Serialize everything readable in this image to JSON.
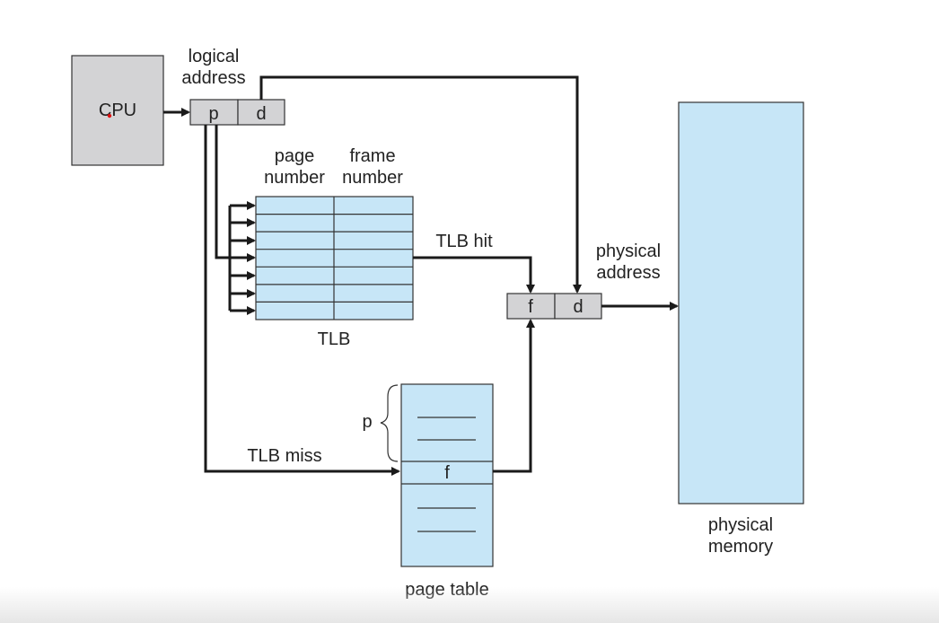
{
  "labels": {
    "cpu": "CPU",
    "logical_address_1": "logical",
    "logical_address_2": "address",
    "p": "p",
    "d": "d",
    "page_number_1": "page",
    "page_number_2": "number",
    "frame_number_1": "frame",
    "frame_number_2": "number",
    "tlb": "TLB",
    "tlb_hit": "TLB hit",
    "tlb_miss": "TLB miss",
    "physical_address_1": "physical",
    "physical_address_2": "address",
    "f": "f",
    "d2": "d",
    "page_table_p": "p",
    "page_table_f": "f",
    "page_table": "page table",
    "physical_memory_1": "physical",
    "physical_memory_2": "memory"
  },
  "colors": {
    "gray_box": "#d3d3d5",
    "blue_box": "#c7e6f7",
    "wire": "#1a1a1a"
  }
}
